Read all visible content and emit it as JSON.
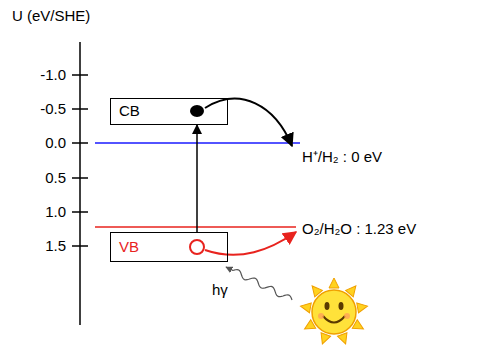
{
  "diagram": {
    "nodes": [
      {
        "text": [
          "CB"
        ]
      },
      {
        "text": [
          "VB"
        ]
      }
    ],
    "edges": [
      {
        "from": 1,
        "to": 0,
        "arrow": "to"
      }
    ],
    "labels": [
      "U (eV/SHE)",
      "-1.0",
      "-0.5",
      "0.0",
      "0.5",
      "1.0",
      "1.5",
      "H⁺/H₂ : 0 eV",
      "O₂/H₂O : 1.23 eV",
      "hγ"
    ]
  }
}
